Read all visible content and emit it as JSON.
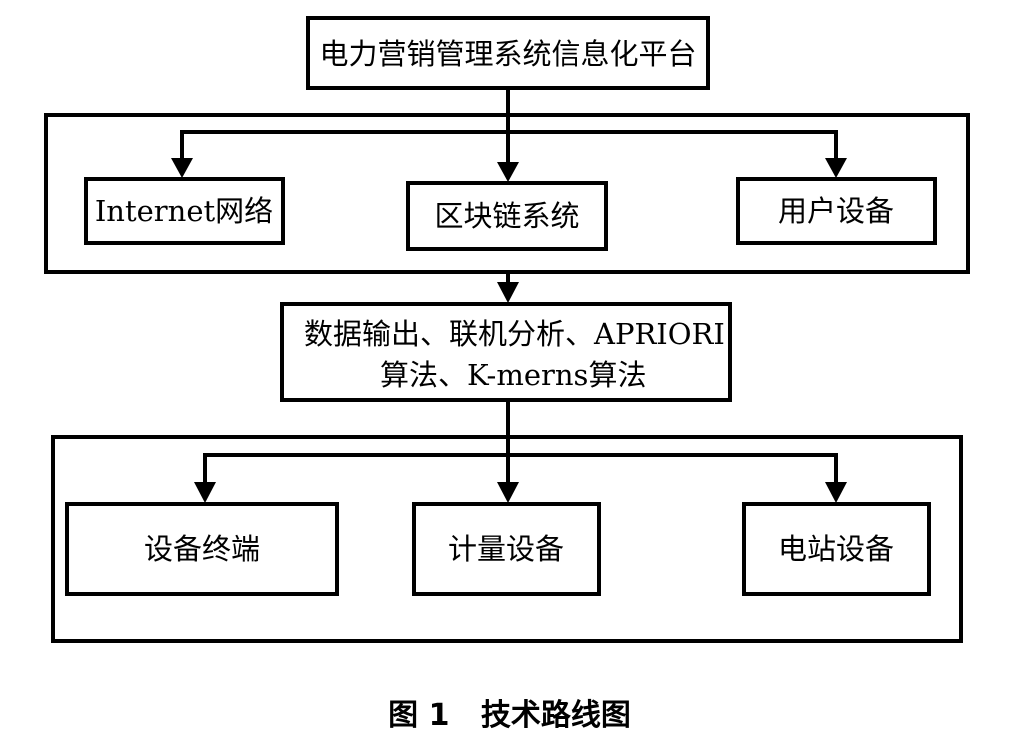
{
  "nodes": {
    "platform": "电力营销管理系统信息化平台",
    "internet": "Internet网络",
    "blockchain": "区块链系统",
    "user_device": "用户设备",
    "algorithms_line1": "数据输出、联机分析、APRIORI",
    "algorithms_line2": "算法、K-merns算法",
    "terminal": "设备终端",
    "metering": "计量设备",
    "station": "电站设备"
  },
  "caption": "图 1   技术路线图"
}
